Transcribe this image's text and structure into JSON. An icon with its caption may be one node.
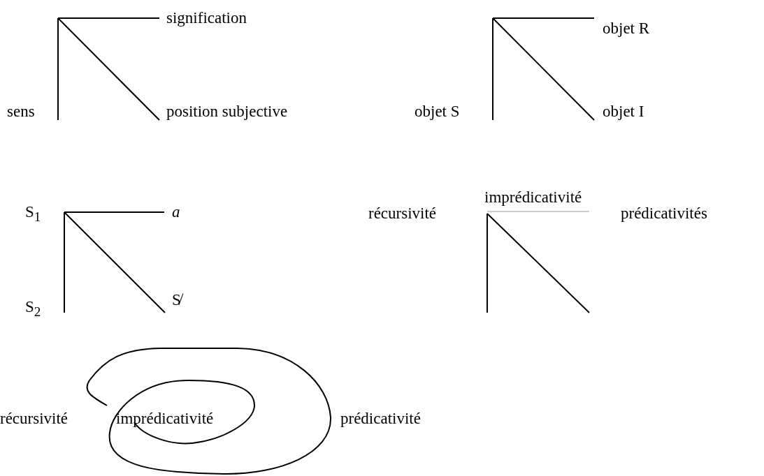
{
  "diagram": {
    "labels": [
      "signification",
      "objet R",
      "sens",
      "position subjective",
      "objet S",
      "objet I",
      "imprédicativité",
      "S$_{1}$",
      "*a*",
      "récursivité",
      "prédicativités",
      "S$_{2}$",
      "S̸",
      "récursivité",
      "imprédicativité",
      "prédicativité"
    ]
  }
}
